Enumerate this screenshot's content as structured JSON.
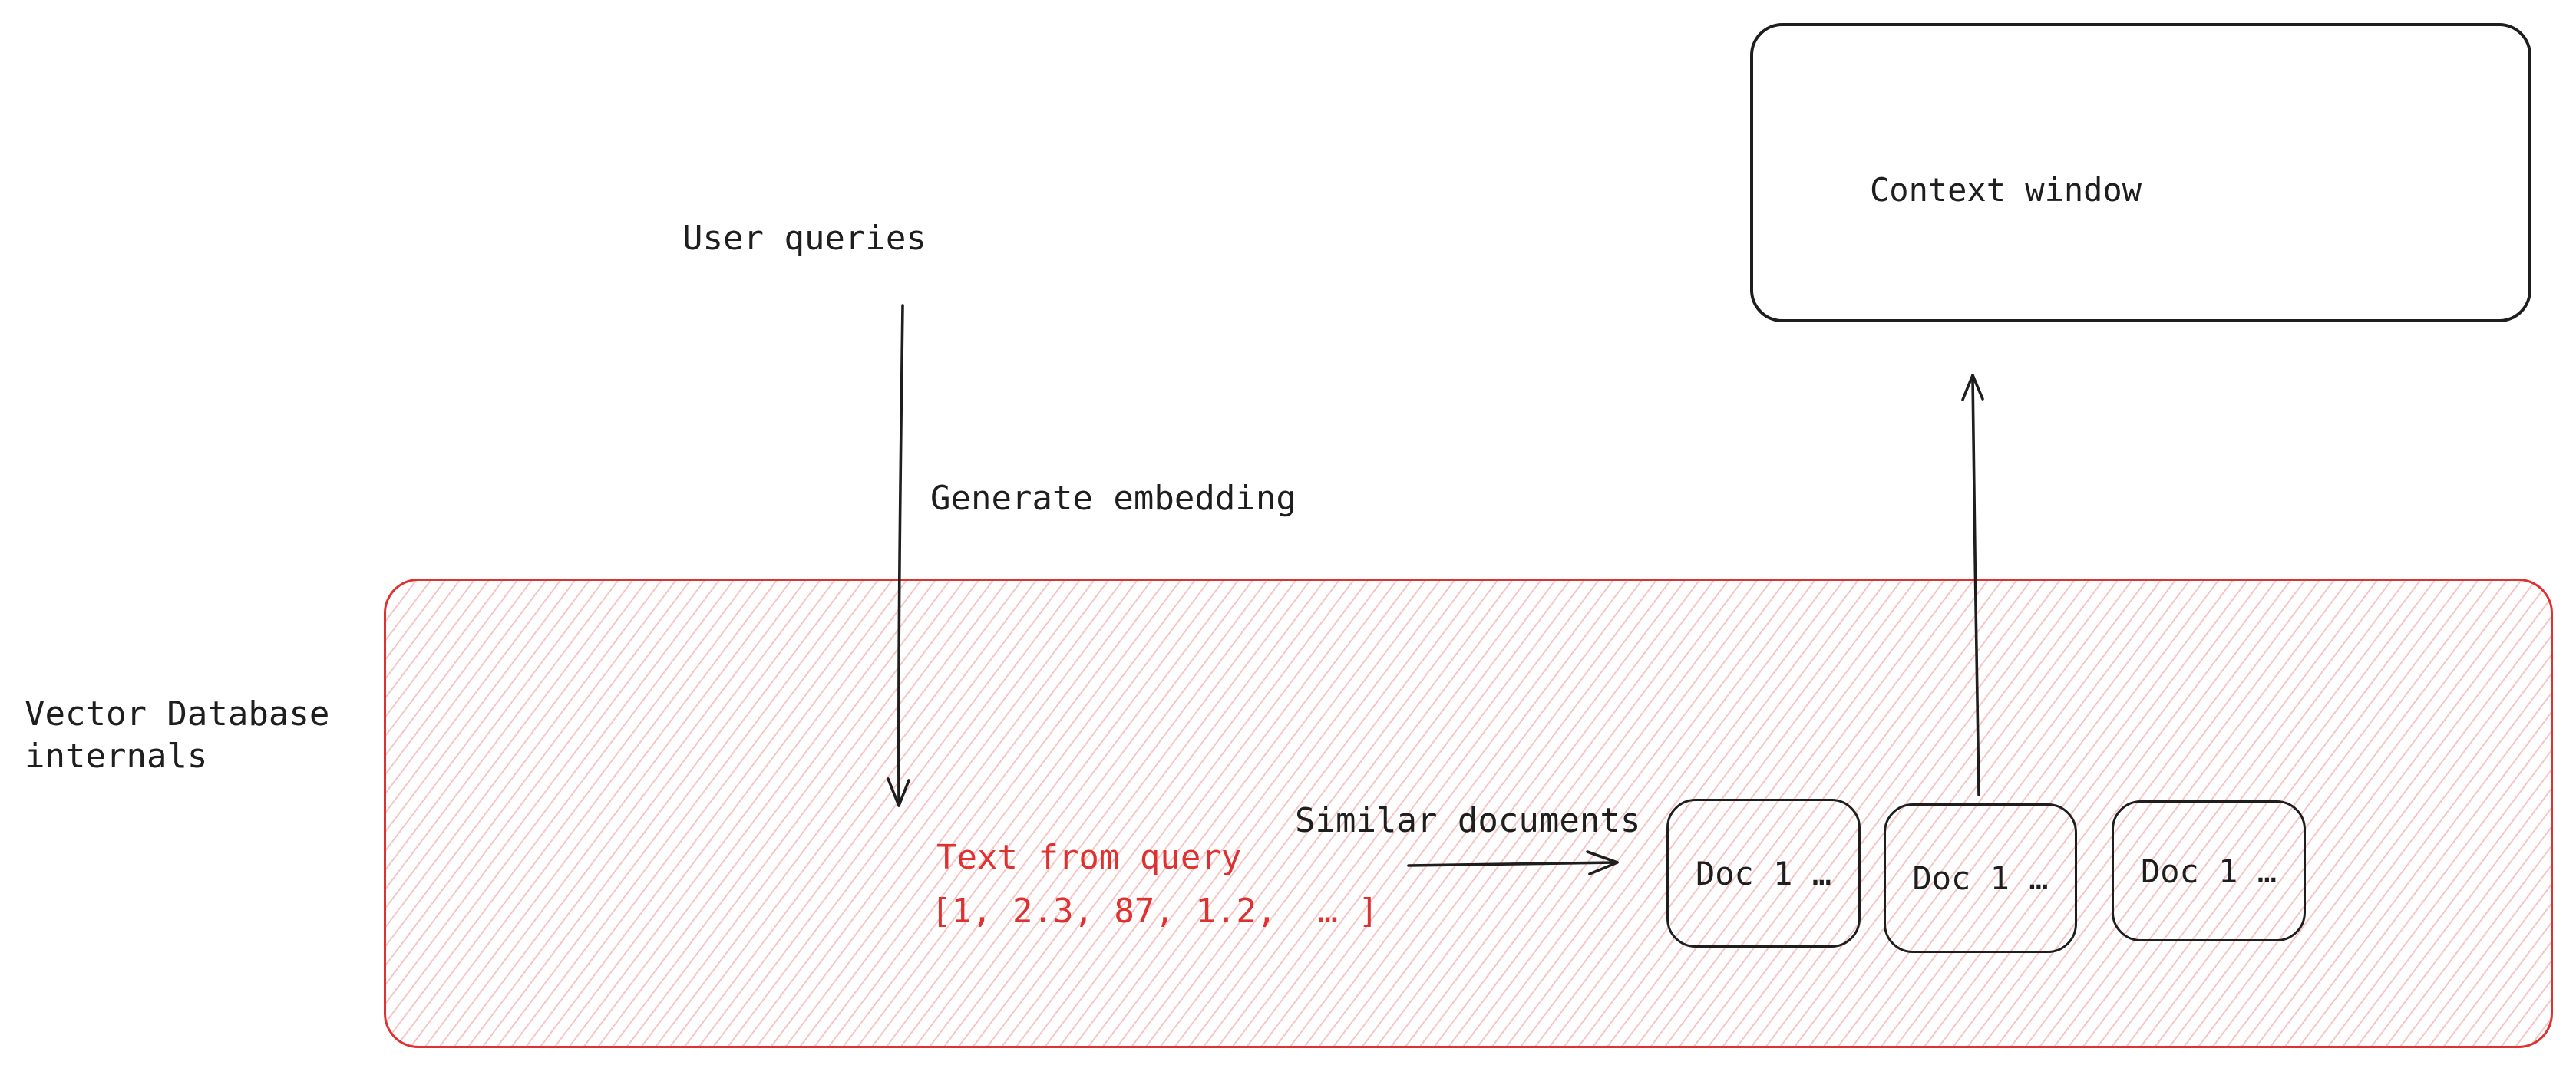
{
  "diagram": {
    "labels": {
      "user_queries": "User queries",
      "generate_embedding": "Generate embedding",
      "vector_db_internals": "Vector Database\ninternals",
      "text_from_query": "Text from query",
      "embedding_vector": "[1, 2.3, 87, 1.2,  … ]",
      "similar_documents": "Similar documents",
      "context_window": "Context window",
      "doc_items": [
        "Doc 1 …",
        "Doc 1 …",
        "Doc 1 …"
      ]
    },
    "colors": {
      "stroke_dark": "#1e1e1e",
      "accent_red": "#e03131",
      "hatch_pink": "rgba(224,49,49,0.28)",
      "background": "#ffffff"
    }
  }
}
